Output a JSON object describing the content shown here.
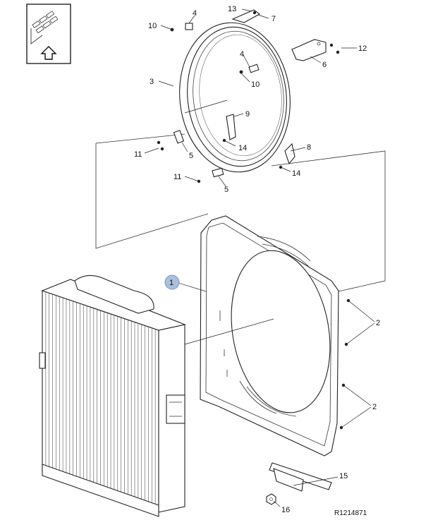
{
  "figure_ref": "R1214871",
  "callouts": {
    "c1": "1",
    "c2a": "2",
    "c2b": "2",
    "c3": "3",
    "c4a": "4",
    "c4b": "4",
    "c5a": "5",
    "c5b": "5",
    "c6": "6",
    "c7": "7",
    "c8": "8",
    "c9": "9",
    "c10a": "10",
    "c10b": "10",
    "c11a": "11",
    "c11b": "11",
    "c12": "12",
    "c13": "13",
    "c14a": "14",
    "c14b": "14",
    "c15": "15",
    "c16": "16"
  },
  "legend_icon": "front-direction-arrow-icon",
  "colors": {
    "line": "#222222",
    "highlight": "#a9bfdc",
    "background": "#ffffff"
  }
}
